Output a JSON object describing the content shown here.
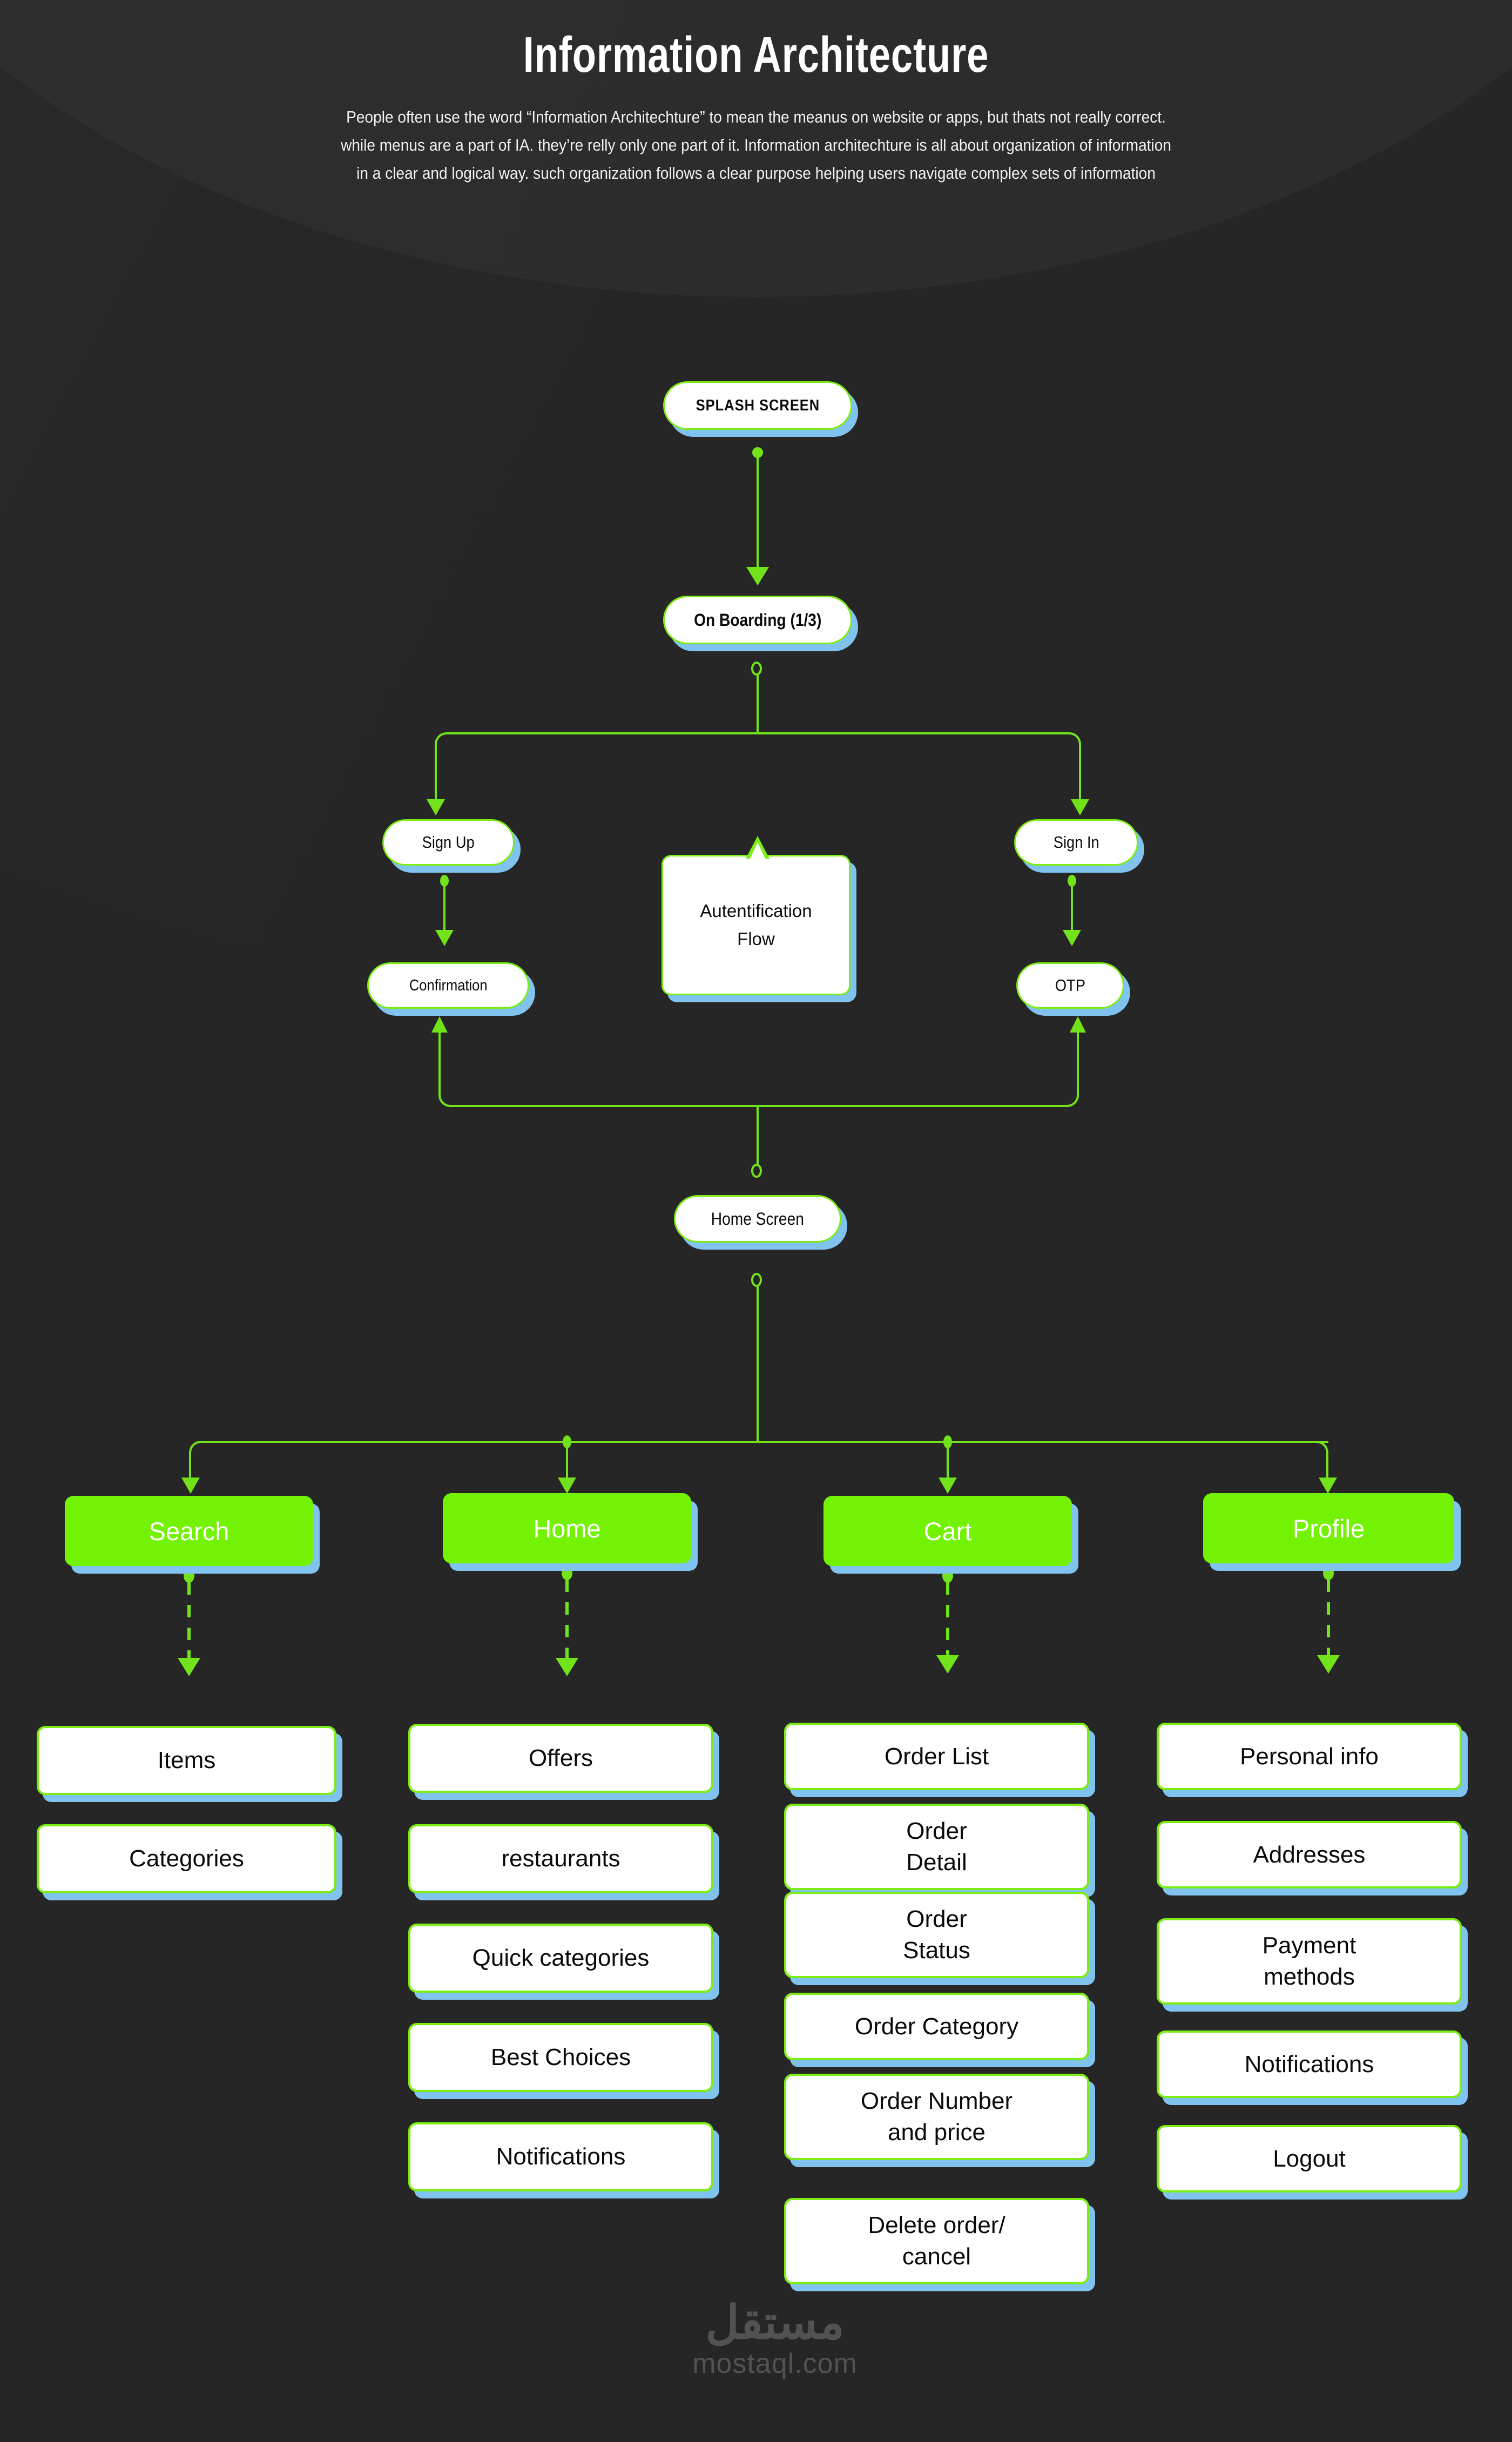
{
  "header": {
    "title": "Information Architecture",
    "description": "People often use the word “Information Architechture” to mean the meanus on website or apps, but thats not really correct. while menus are a part of IA. they’re relly only one part of it. Information architechture is all about organization of information in a clear and logical way. such organization follows a clear purpose helping users navigate complex sets of information"
  },
  "colors": {
    "background": "#262626",
    "accent_green": "#73f204",
    "line_green": "#72e31a",
    "shadow_blue": "#81c3ef",
    "node_fill": "#ffffff"
  },
  "flow": {
    "splash": "SPLASH SCREEN",
    "onboarding": "On Boarding (1/3)",
    "sign_up": "Sign  Up",
    "sign_in": "Sign In",
    "confirmation": "Confirmation",
    "otp": "OTP",
    "auth_callout_line1": "Autentification",
    "auth_callout_line2": "Flow",
    "home_screen": "Home Screen"
  },
  "columns": [
    {
      "key": "search",
      "label": "Search",
      "children": [
        "Items",
        "Categories"
      ]
    },
    {
      "key": "home",
      "label": "Home",
      "children": [
        "Offers",
        "restaurants",
        "Quick categories",
        "Best Choices",
        "Notifications"
      ]
    },
    {
      "key": "cart",
      "label": "Cart",
      "children": [
        "Order List",
        "Order\nDetail",
        "Order\nStatus",
        "Order Category",
        "Order Number\nand price",
        "Delete order/\ncancel"
      ]
    },
    {
      "key": "profile",
      "label": "Profile",
      "children": [
        "Personal info",
        "Addresses",
        "Payment\nmethods",
        "Notifications",
        "Logout"
      ]
    }
  ],
  "watermark": {
    "arabic": "مستقل",
    "latin": "mostaql.com"
  }
}
